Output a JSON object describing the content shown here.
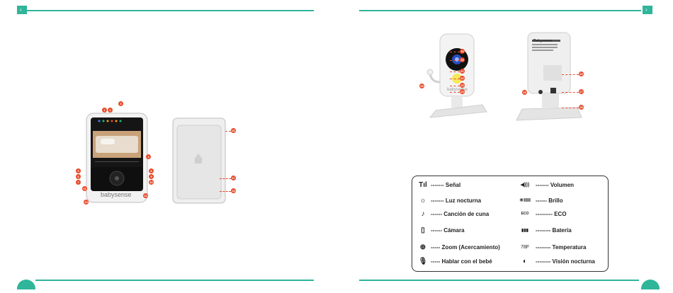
{
  "header": {
    "accent_color": "#2fb59a",
    "callout_color": "#e84b2a"
  },
  "monitor_front": {
    "brand": "babysense",
    "callouts": [
      "1",
      "2",
      "3",
      "4",
      "5",
      "6",
      "7",
      "8",
      "9",
      "10",
      "11",
      "12",
      "13",
      "14",
      "15"
    ]
  },
  "monitor_back": {
    "callouts": [
      "16",
      "17",
      "18"
    ]
  },
  "camera_front": {
    "brand": "babysense",
    "callouts": [
      "19",
      "20",
      "21",
      "22",
      "23",
      "24",
      "25"
    ]
  },
  "camera_back": {
    "brand": "Babysense",
    "callouts": [
      "26",
      "27",
      "28",
      "29"
    ]
  },
  "legend": {
    "left": [
      {
        "icon": "signal-icon",
        "glyph": "Tıl",
        "label": "------- Señal"
      },
      {
        "icon": "night-light-icon",
        "glyph": "☼",
        "label": "------- Luz nocturna"
      },
      {
        "icon": "music-note-icon",
        "glyph": "♪",
        "label": "------ Canción de cuna"
      },
      {
        "icon": "camera-icon",
        "glyph": "▯",
        "label": "------ Cámara"
      },
      {
        "icon": "zoom-icon",
        "glyph": "⊕",
        "label": "----- Zoom (Acercamiento)"
      },
      {
        "icon": "microphone-icon",
        "glyph": "🎙",
        "label": "----- Hablar con el bebé"
      }
    ],
    "right": [
      {
        "icon": "volume-icon",
        "glyph": "◀)))",
        "label": "------- Volumen"
      },
      {
        "icon": "brightness-icon",
        "glyph": "☀IIIII",
        "label": "------ Brillo"
      },
      {
        "icon": "eco-icon",
        "glyph": "ECO",
        "label": "--------- ECO"
      },
      {
        "icon": "battery-icon",
        "glyph": "▮▮▮",
        "label": "-------- Batería"
      },
      {
        "icon": "temperature-icon",
        "glyph": "78F",
        "label": "-------- Temperatura"
      },
      {
        "icon": "night-vision-icon",
        "glyph": "◐",
        "label": "-------- Visión nocturna"
      }
    ]
  }
}
